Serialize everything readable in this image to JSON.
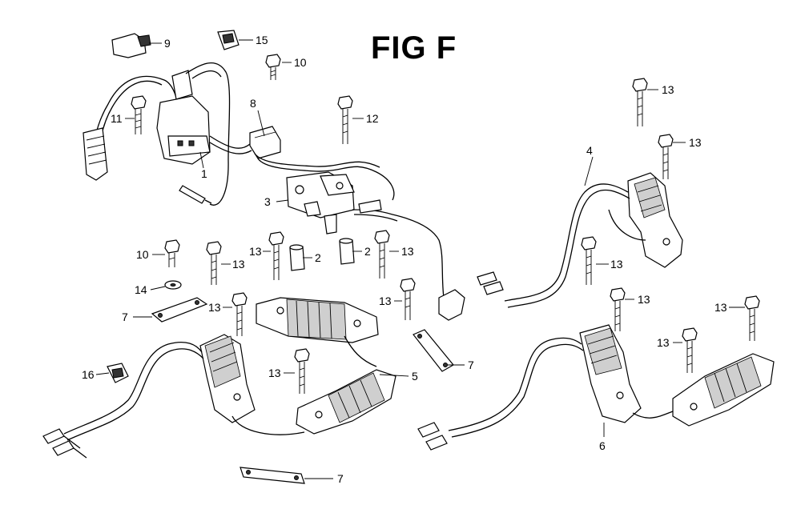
{
  "title": "FIG F",
  "callouts": {
    "c9": "9",
    "c15": "15",
    "c10a": "10",
    "c8": "8",
    "c11": "11",
    "c12": "12",
    "c1": "1",
    "c3": "3",
    "c2a": "2",
    "c2b": "2",
    "c10b": "10",
    "c13a": "13",
    "c13b": "13",
    "c13c": "13",
    "c14": "14",
    "c7a": "7",
    "c13d": "13",
    "c13e": "13",
    "c7b": "7",
    "c16": "16",
    "c13f": "13",
    "c5": "5",
    "c7c": "7",
    "c4": "4",
    "c13g": "13",
    "c13h": "13",
    "c13i": "13",
    "c13j": "13",
    "c13k": "13",
    "c13l": "13",
    "c6": "6"
  }
}
